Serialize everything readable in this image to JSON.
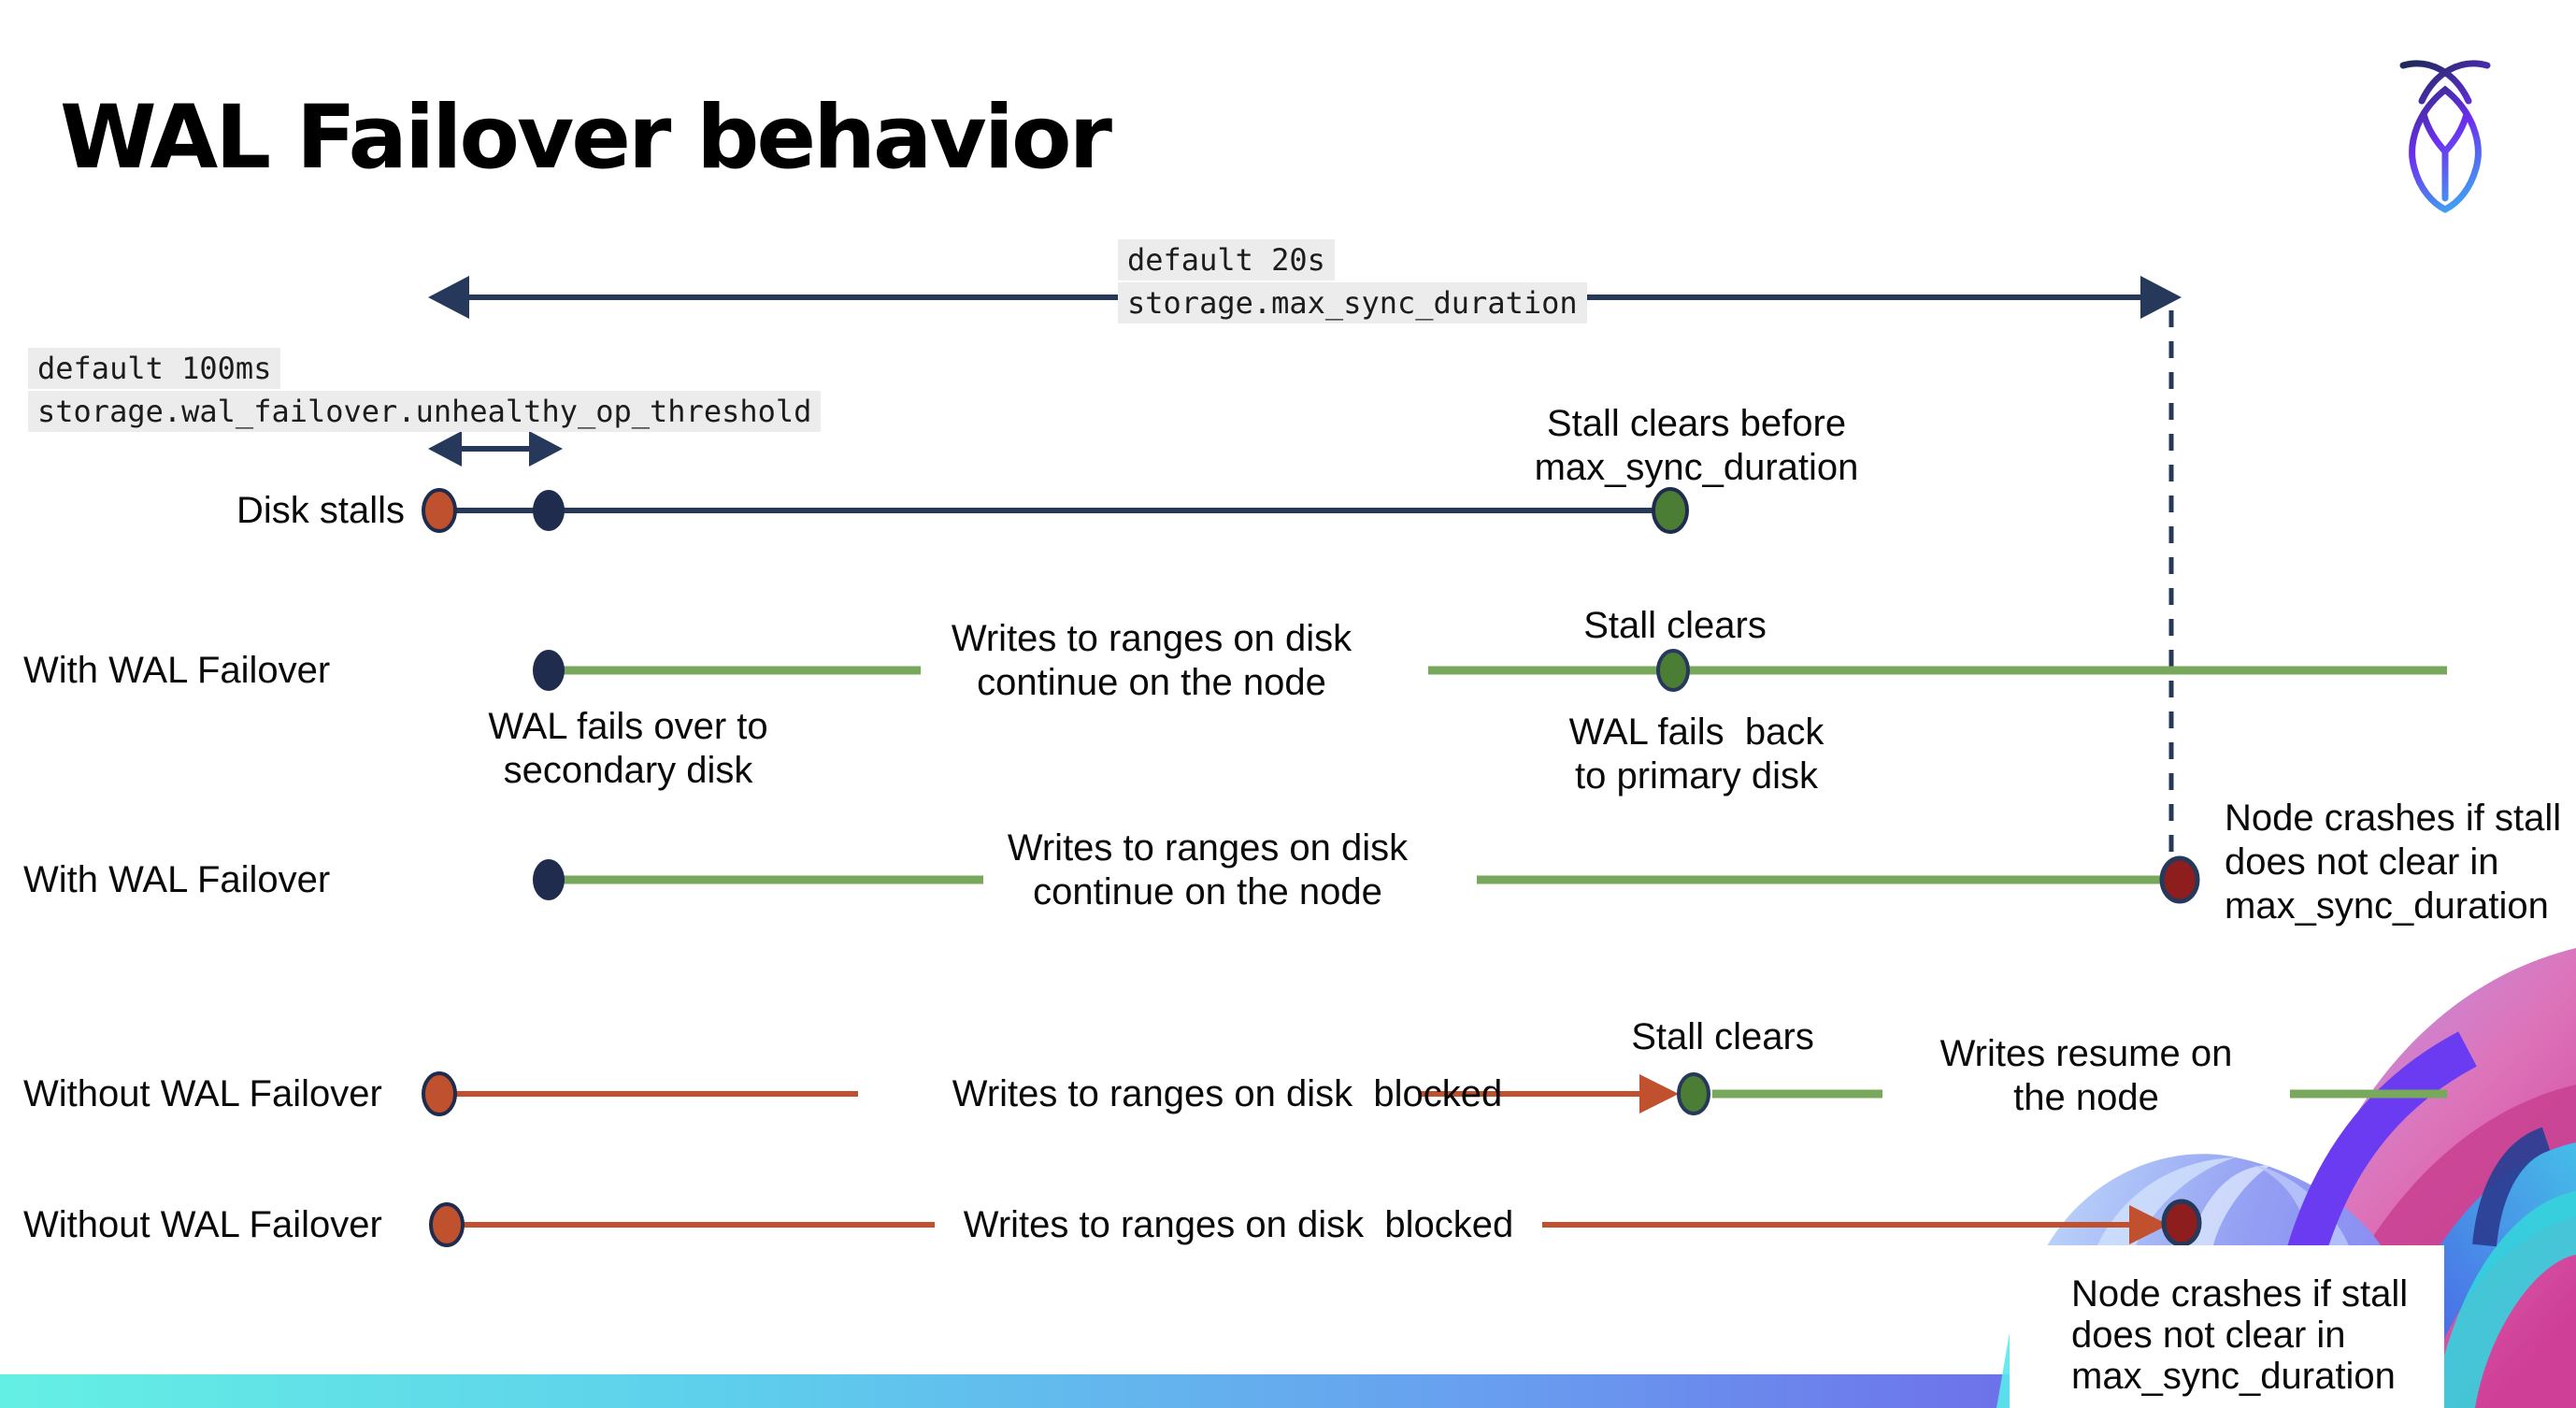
{
  "slide": {
    "title": "WAL Failover behavior"
  },
  "icons": {
    "logo": "cockroachdb-logo"
  },
  "config_labels": {
    "max_sync": {
      "default_value": "default 20s",
      "setting": "storage.max_sync_duration"
    },
    "unhealthy_op": {
      "default_value": "default 100ms",
      "setting": "storage.wal_failover.unhealthy_op_threshold"
    }
  },
  "rows": {
    "disk_stalls": {
      "label": "Disk stalls",
      "stall_clears_note": "Stall clears before\nmax_sync_duration"
    },
    "with_failover_clears": {
      "label": "With WAL Failover",
      "failover_note": "WAL fails over to\nsecondary disk",
      "writes_note": "Writes to ranges on disk\ncontinue on the node",
      "stall_clears": "Stall clears",
      "failback_note": "WAL fails  back\nto primary disk"
    },
    "with_failover_crash": {
      "label": "With WAL Failover",
      "writes_note": "Writes to ranges on disk\ncontinue on the node",
      "crash_note": "Node crashes if stall\ndoes not clear in\nmax_sync_duration"
    },
    "without_failover_clears": {
      "label": "Without WAL Failover",
      "blocked_note": "Writes to ranges on disk  blocked",
      "stall_clears": "Stall clears",
      "resume_note": "Writes resume on\nthe node"
    },
    "without_failover_crash": {
      "label": "Without WAL Failover",
      "blocked_note": "Writes to ranges on disk  blocked",
      "crash_note": "Node crashes if stall\ndoes not clear in\nmax_sync_duration"
    }
  },
  "colors": {
    "navy_line": "#26395B",
    "navy_dot": "#1F2C4D",
    "red_line": "#C1502F",
    "red_dot": "#C0512F",
    "dark_red_dot": "#8E1E1E",
    "green_line": "#77A85C",
    "green_dot": "#4C7D35",
    "code_background": "#ECECEC",
    "bar_gradient_left": "#64EFE4",
    "bar_gradient_right": "#7B5CE8"
  }
}
